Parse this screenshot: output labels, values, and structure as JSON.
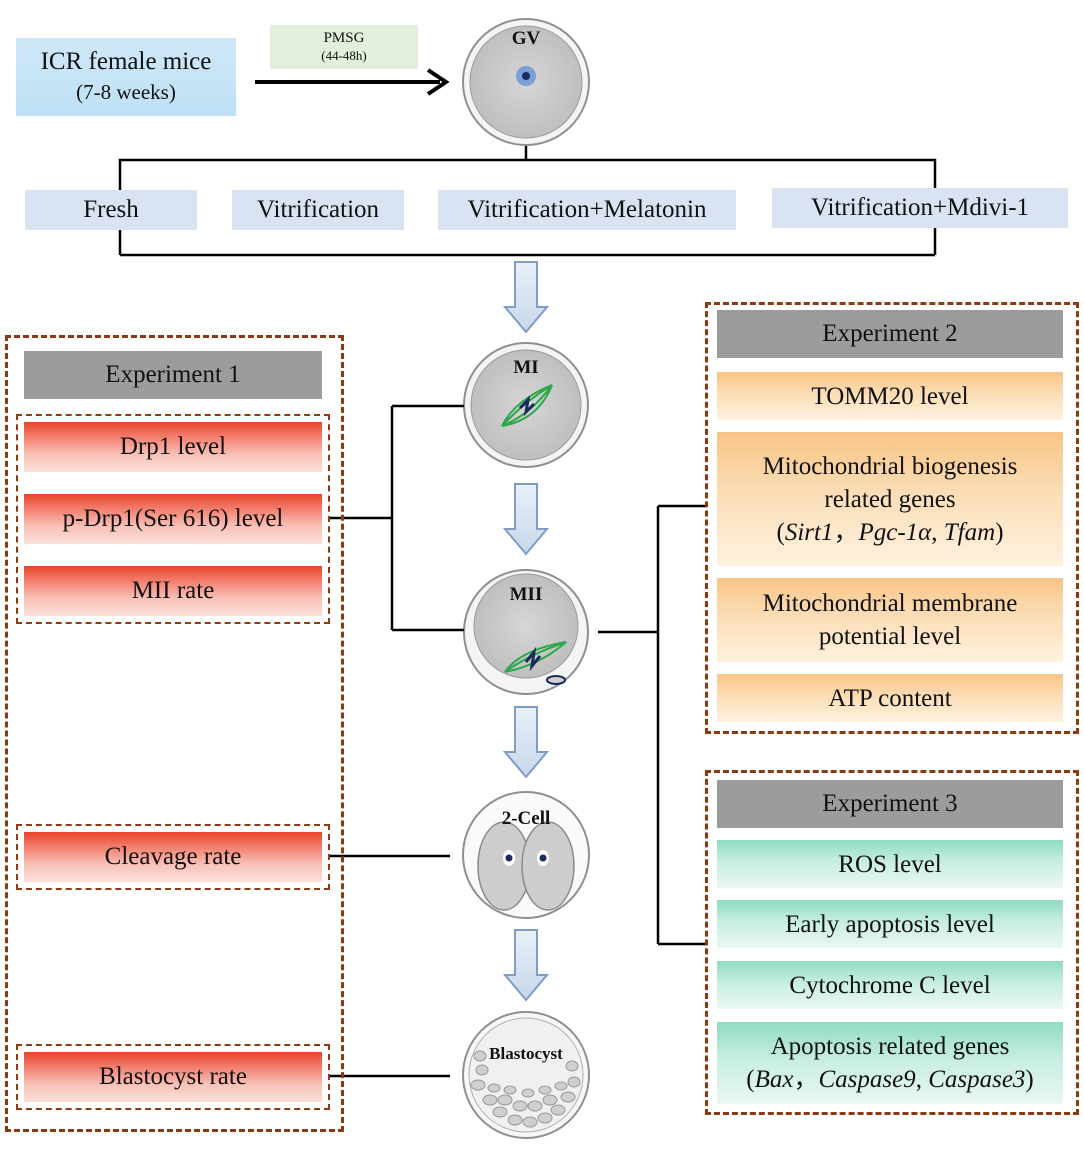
{
  "source": {
    "line1": "ICR female mice",
    "line2": "(7-8 weeks)"
  },
  "pmsg": {
    "line1": "PMSG",
    "line2": "(44-48h)"
  },
  "stages": {
    "gv": "GV",
    "mi": "MI",
    "mii": "MII",
    "two_cell": "2-Cell",
    "blastocyst": "Blastocyst"
  },
  "groups": [
    "Fresh",
    "Vitrification",
    "Vitrification+Melatonin",
    "Vitrification+Mdivi-1"
  ],
  "experiment1": {
    "title": "Experiment 1",
    "items": [
      "Drp1 level",
      "p-Drp1(Ser 616) level",
      "MII rate",
      "Cleavage rate",
      "Blastocyst rate"
    ]
  },
  "experiment2": {
    "title": "Experiment 2",
    "tomm20": "TOMM20 level",
    "biogenesis": {
      "line1": "Mitochondrial biogenesis",
      "line2": "related genes",
      "open": "(",
      "g1": "Sirt1",
      "sep1": "，",
      "g2": "Pgc-1α",
      "sep2": ", ",
      "g3": "Tfam",
      "close": ")"
    },
    "membrane": {
      "line1": "Mitochondrial membrane",
      "line2": "potential level"
    },
    "atp": "ATP content"
  },
  "experiment3": {
    "title": "Experiment 3",
    "ros": "ROS level",
    "early_apoptosis": "Early apoptosis level",
    "cytochrome": "Cytochrome C level",
    "apoptosis_genes": {
      "line1": "Apoptosis related genes",
      "open": "(",
      "g1": "Bax",
      "sep1": "，",
      "g2": "Caspase9",
      "sep2": ", ",
      "g3": "Caspase3",
      "close": ")"
    }
  },
  "colors": {
    "dashed_border": "#8b3a14",
    "experiment_header": "#9c9c9c",
    "group_box": "#d9e3f2",
    "spindle": "#2aa84a",
    "nucleus": "#1a2a5a"
  }
}
